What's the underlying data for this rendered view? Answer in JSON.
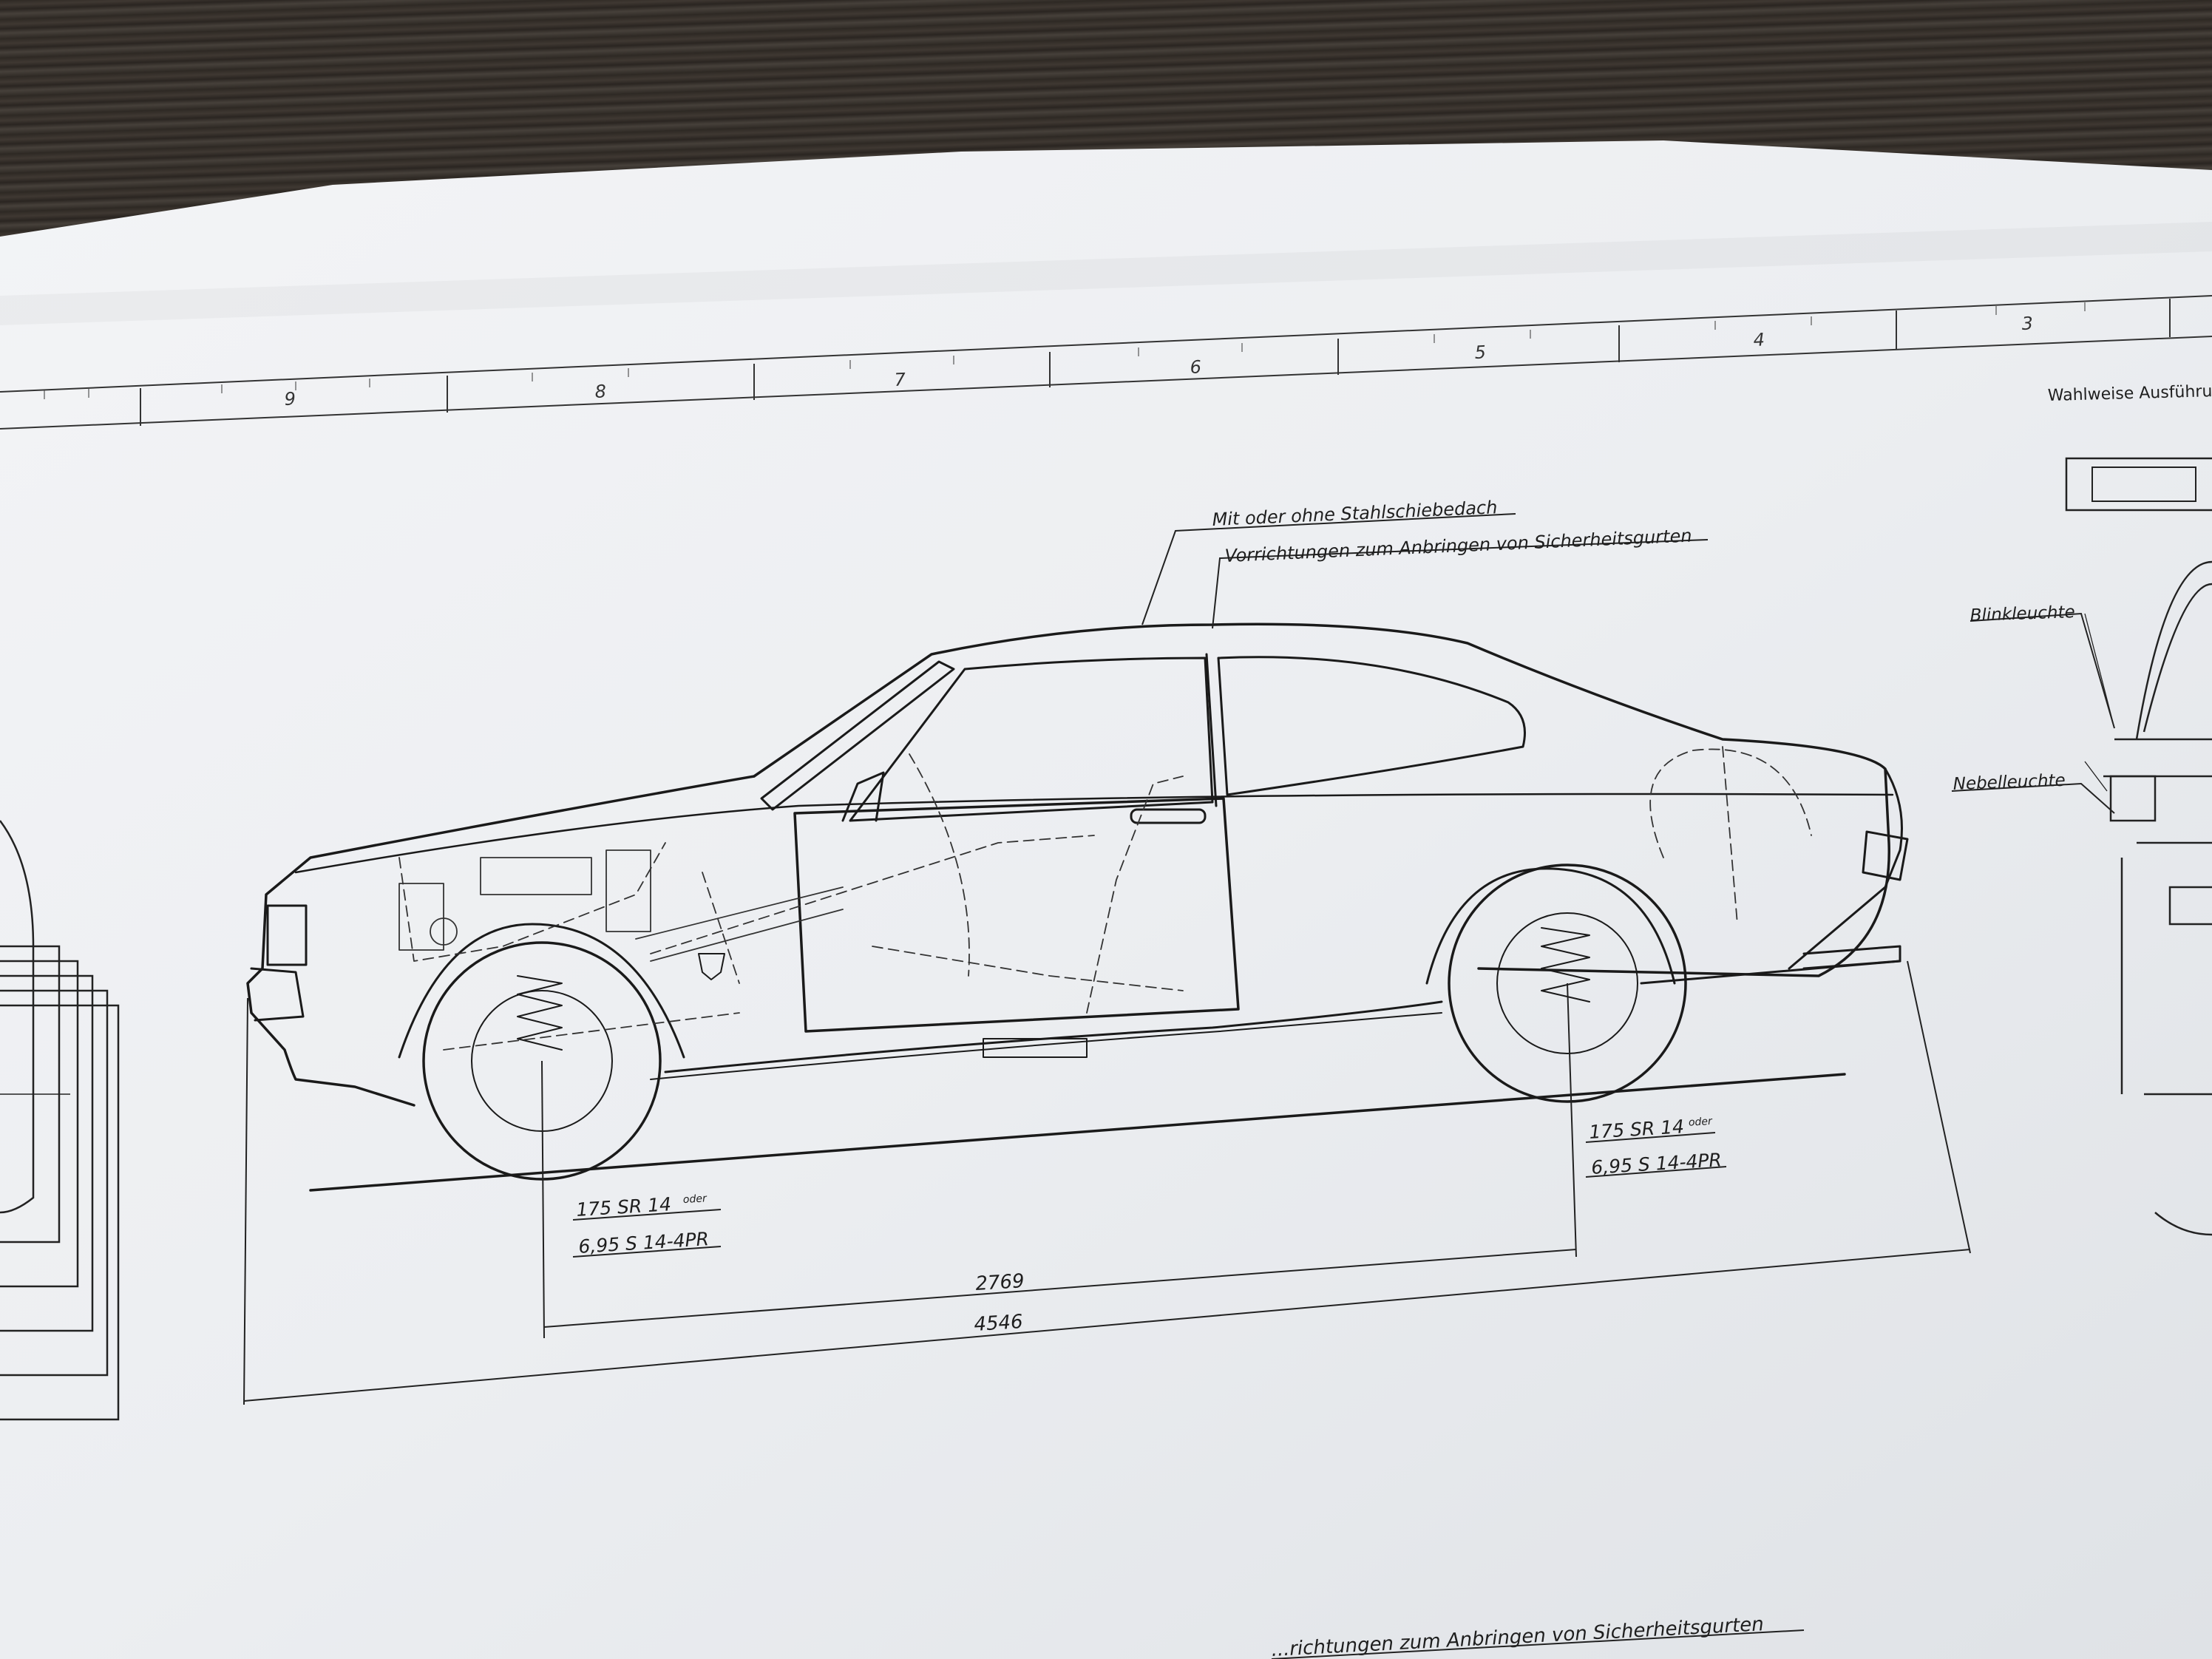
{
  "strip_numbers": [
    "9",
    "8",
    "7",
    "6",
    "5",
    "4",
    "3"
  ],
  "corner_label": "Wahlweise Ausführu",
  "annotations": {
    "sunroof": "Mit oder ohne Stahlschiebedach",
    "seatbelt_top": "Vorrichtungen zum Anbringen von Sicherheitsgurten",
    "blinker": "Blinkleuchte",
    "fog": "Nebelleuchte",
    "seatbelt_bottom": "...richtungen zum Anbringen von Sicherheitsgurten"
  },
  "tires": {
    "front_line1": "175 SR 14",
    "front_oder": "oder",
    "front_line2": "6,95 S 14-4PR",
    "rear_line1": "175 SR 14",
    "rear_oder": "oder",
    "rear_line2": "6,95 S 14-4PR"
  },
  "dimensions": {
    "wheelbase": "2769",
    "length": "4546"
  },
  "colors": {
    "paper": "#eef0f2",
    "ink": "#1e1e1e"
  }
}
